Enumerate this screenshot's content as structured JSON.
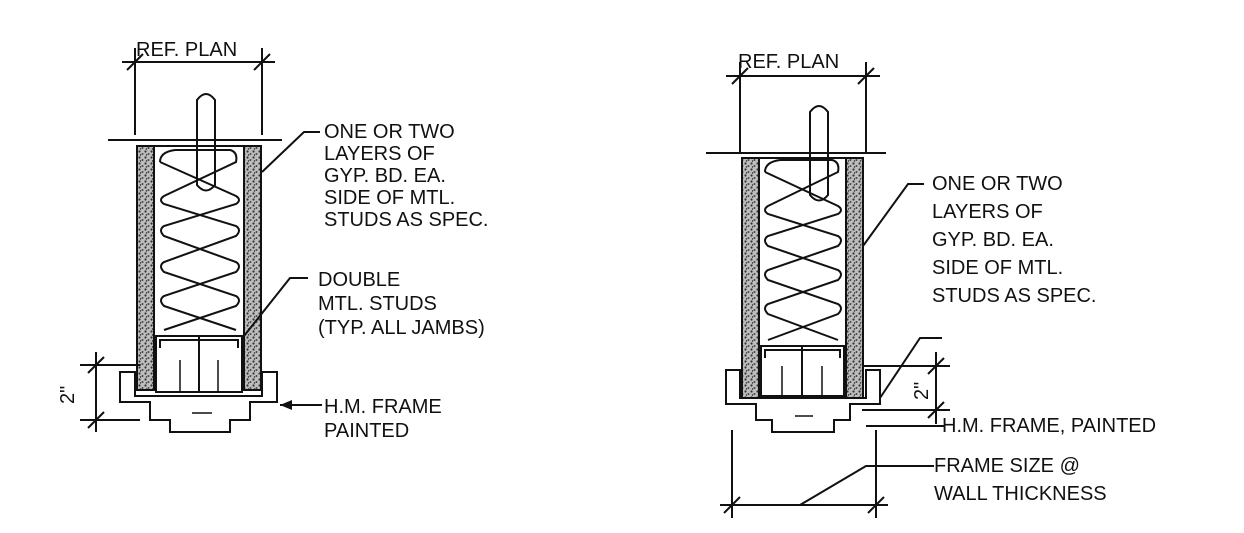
{
  "detail_left": {
    "dim_top": "REF. PLAN",
    "note_gyp": [
      "ONE OR TWO",
      "LAYERS OF",
      "GYP. BD. EA.",
      "SIDE OF MTL.",
      "STUDS AS SPEC."
    ],
    "note_studs": [
      "DOUBLE",
      "MTL. STUDS",
      "(TYP. ALL JAMBS)"
    ],
    "note_frame": [
      "H.M. FRAME",
      "PAINTED"
    ],
    "dim_side": "2\""
  },
  "detail_right": {
    "dim_top": "REF. PLAN",
    "note_gyp": [
      "ONE OR TWO",
      "LAYERS OF",
      "GYP. BD. EA.",
      "SIDE OF MTL.",
      "STUDS AS SPEC."
    ],
    "note_frame": "H.M. FRAME, PAINTED",
    "dim_side": "2\"",
    "note_size": [
      "FRAME SIZE @",
      "WALL THICKNESS"
    ]
  },
  "colors": {
    "line": "#111111",
    "gypsum": "#7a7a7a"
  }
}
